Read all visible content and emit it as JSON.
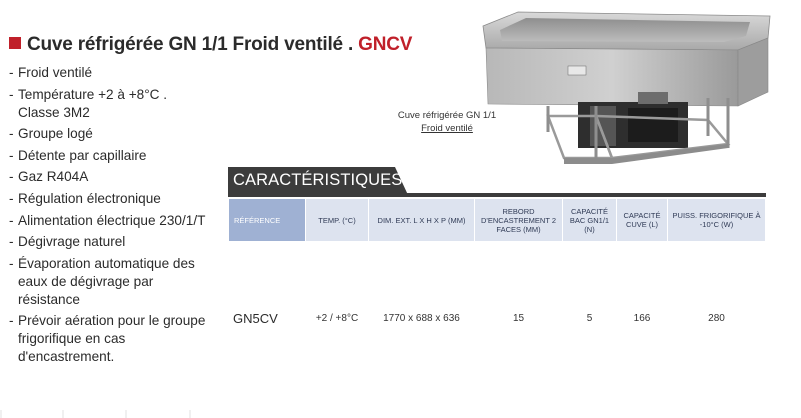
{
  "header": {
    "title_main": "Cuve réfrigérée GN 1/1 Froid ventilé . ",
    "title_code": "GNCV",
    "accent_color": "#c0202a"
  },
  "features": [
    "Froid ventilé",
    "Température +2 à +8°C . Classe 3M2",
    "Groupe logé",
    "Détente par capillaire",
    "Gaz R404A",
    "Régulation électronique",
    "Alimentation électrique 230/1/T",
    "Dégivrage naturel",
    "Évaporation automatique des eaux de dégivrage par résistance",
    "Prévoir aération pour le groupe frigorifique en cas d'encastrement."
  ],
  "product": {
    "caption_line1": "Cuve réfrigérée GN 1/1",
    "caption_line2": "Froid ventilé"
  },
  "specs": {
    "section_title": "CARACTÉRISTIQUES",
    "headers": {
      "reference": "RÉFÉRENCE",
      "temp": "TEMP. (°C)",
      "dim": "DIM. EXT. L X H X P (MM)",
      "rebord": "REBORD D'ENCASTREMENT 2 FACES (MM)",
      "capacite_bac": "CAPACITÉ BAC GN1/1 (N)",
      "capacite_cuve": "CAPACITÉ CUVE (L)",
      "puissance": "PUISS. FRIGORIFIQUE À -10°C (W)"
    },
    "row": {
      "reference": "GN5CV",
      "temp": "+2 / +8°C",
      "dim": "1770 x 688 x 636",
      "rebord": "15",
      "capacite_bac": "5",
      "capacite_cuve": "166",
      "puissance": "280"
    }
  },
  "colors": {
    "header_blue": "#9fb1d3",
    "header_light": "#dde3ef",
    "tab_dark": "#3c3c3c"
  }
}
